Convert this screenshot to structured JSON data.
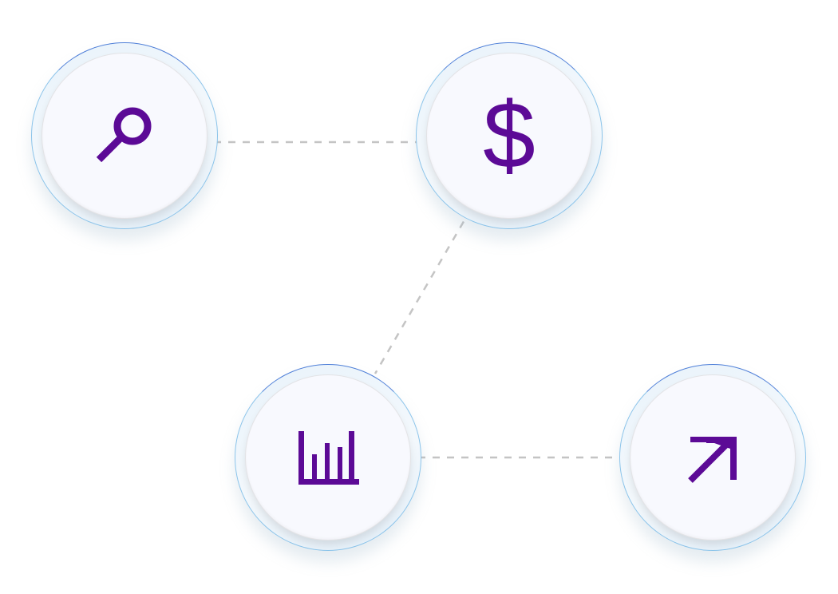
{
  "diagram": {
    "icon_color": "#5c0a96",
    "connector_color": "#c4c4c4",
    "nodes": [
      {
        "id": "search",
        "icon": "magnifier-icon"
      },
      {
        "id": "dollar",
        "icon": "dollar-sign-icon"
      },
      {
        "id": "chart",
        "icon": "bar-chart-icon"
      },
      {
        "id": "arrow",
        "icon": "arrow-up-right-icon"
      }
    ],
    "connections": [
      {
        "from": "search",
        "to": "dollar",
        "style": "dashed"
      },
      {
        "from": "dollar",
        "to": "chart",
        "style": "dashed"
      },
      {
        "from": "chart",
        "to": "arrow",
        "style": "dashed"
      }
    ],
    "dollar_glyph": "$"
  }
}
